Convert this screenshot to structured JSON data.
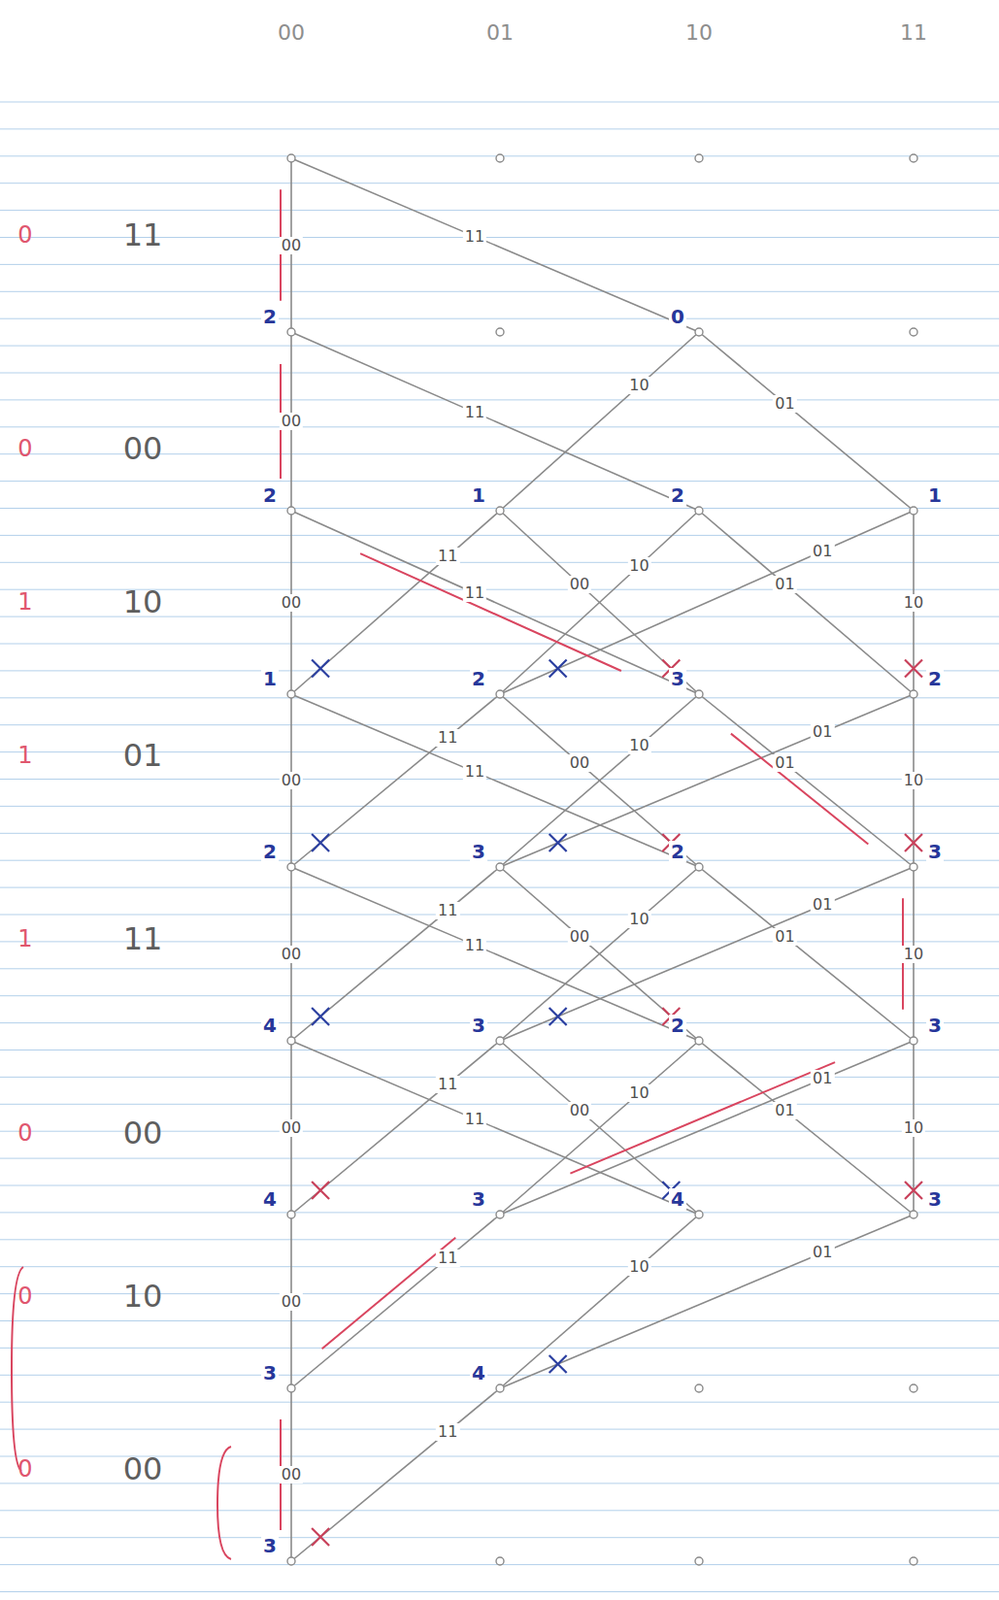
{
  "diagram": {
    "labels": [
      "00",
      "01",
      "10",
      "11",
      "11",
      "00",
      "10",
      "01",
      "11",
      "00",
      "10",
      "00",
      "0",
      "0",
      "1",
      "1",
      "1",
      "0",
      "0",
      "0",
      "2",
      "0",
      "2",
      "1",
      "2",
      "1",
      "1",
      "2",
      "3",
      "2",
      "2",
      "3",
      "2",
      "3",
      "4",
      "3",
      "2",
      "3",
      "4",
      "3",
      "4",
      "3",
      "3",
      "4",
      "3",
      "00",
      "11",
      "00",
      "11",
      "10",
      "01",
      "00",
      "11",
      "11",
      "00",
      "10",
      "01",
      "01",
      "10",
      "00",
      "11",
      "11",
      "00",
      "10",
      "01",
      "01",
      "10",
      "00",
      "11",
      "11",
      "00",
      "10",
      "01",
      "01",
      "10",
      "00",
      "11",
      "11",
      "00",
      "10",
      "01",
      "01",
      "10",
      "00",
      "11",
      "10",
      "01",
      "00",
      "11"
    ]
  }
}
